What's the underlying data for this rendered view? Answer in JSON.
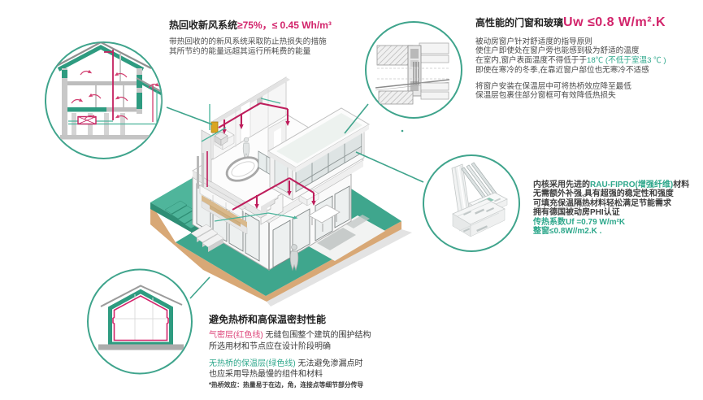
{
  "colors": {
    "accent_pink": "#D2246B",
    "accent_pink_light": "#DD4379",
    "accent_green_text": "#2FA88C",
    "callout_circle_stroke": "#3FA48C",
    "ground_teal": "#3FA68D",
    "ground_teal_dark": "#2F8E75",
    "soil_tan": "#D8A876",
    "duct_pink": "#BE1E5C",
    "body_text": "#4D4D4D"
  },
  "callouts": {
    "ventilation": {
      "title_black": "热回收新风系统",
      "title_pink": "≥75%，≤ 0.45 Wh/m³",
      "line1": "带热回收的的新风系统采取防止热损失的措施",
      "line2": "其所节约的能量远超其运行所耗费的能量"
    },
    "windows": {
      "title_black": "高性能的门窗和玻璃",
      "title_pink": "Uw ≤0.8 W/m².K",
      "p1l1": "被动房窗户针对舒适度的指导原则",
      "p1l2": "使住户即使处在窗户旁也能感到极为舒适的温度",
      "p1l3_black": "在室内,窗户表面温度不得低于于",
      "p1l3_green": "18℃ (不低于室温3 ℃ )",
      "p1l4": "即使在寒冷的冬季,在靠近窗户部位也无寒冷不适感",
      "p2l1": "将窗户安装在保温层中可将热桥效应降至最低",
      "p2l2": "保温层包裹住部分窗框可有效降低热损失"
    },
    "profile": {
      "l1_black_a": "内核采用先进的",
      "l1_green": "RAU-FIPRO(增强纤维)",
      "l1_black_b": "材料",
      "l2": "无需额外补强,具有超强的稳定性和强度",
      "l3": "可填充保温隔热材料轻松满足节能需求",
      "l4": "拥有德国被动房PHI认证",
      "l5_green": "传热系数Uf =0.79 W/m²K",
      "l6_green": "整窗≤0.8W//m2.K ."
    },
    "thermal": {
      "title": "避免热桥和高保温密封性能",
      "l1_pink": "气密层(红色线)",
      "l1_black": " 无缝包围整个建筑的围护结构",
      "l2": "所选用材和节点应在设计阶段明确",
      "l3_green": "无热桥的保温层(绿色线)",
      "l3_black": " 无法避免渗漏点时",
      "l4": "也应采用导热最慢的组件和材料",
      "footnote": "*热桥效应：热量易于在边，角，连接点等细节部分传导"
    }
  }
}
